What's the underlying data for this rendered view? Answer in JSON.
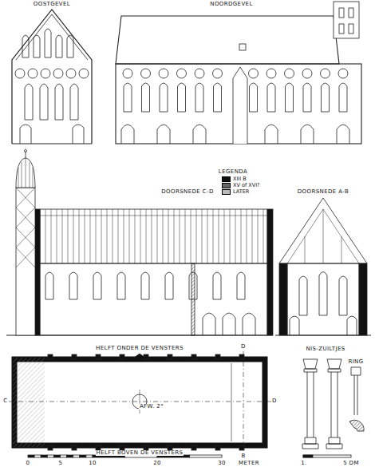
{
  "diagram": {
    "labels": [
      "OOSTGEVEL",
      "NOORDGEVEL",
      "LEGENDA",
      "DOORSNEDE C-D",
      "DOORSNEDE A-B",
      "HELFT ONDER DE VENSTERS",
      "C",
      "D",
      "D",
      "B",
      "AFW. 2°",
      "HELFT BOVEN DE VENSTERS",
      "NIS-ZUILTJES",
      "RING",
      "0",
      "5",
      "10",
      "20",
      "30",
      "METER",
      "1.",
      "5 DM"
    ],
    "legend": [
      {
        "text": "XIII B",
        "color": "#111111"
      },
      {
        "text": "XV of XVI?",
        "color": "#666666"
      },
      {
        "text": "LATER",
        "color": "#bbbbbb"
      }
    ]
  }
}
